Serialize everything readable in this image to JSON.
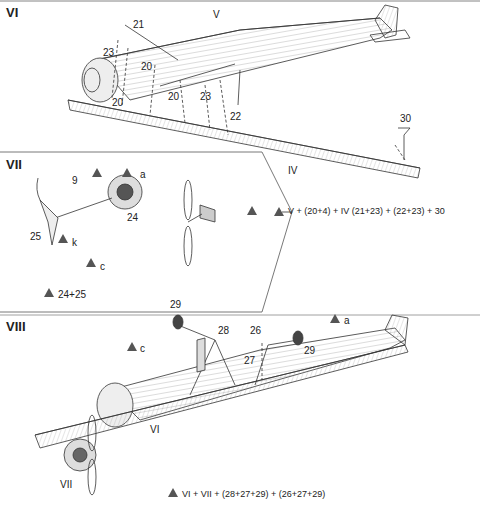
{
  "diagram": {
    "labels": [
      "VI",
      "21",
      "V",
      "23",
      "20",
      "20",
      "20",
      "23",
      "22",
      "30",
      "IV",
      "VII",
      "9",
      "a",
      "24",
      "25",
      "k",
      "c",
      "24+25",
      "V + (20+4) + IV (21+23) + (22+23) + 30",
      "VIII",
      "29",
      "28",
      "26",
      "29",
      "a",
      "c",
      "27",
      "VI",
      "VII",
      "VI + VII + (28+27+29) + (26+27+29)"
    ]
  }
}
